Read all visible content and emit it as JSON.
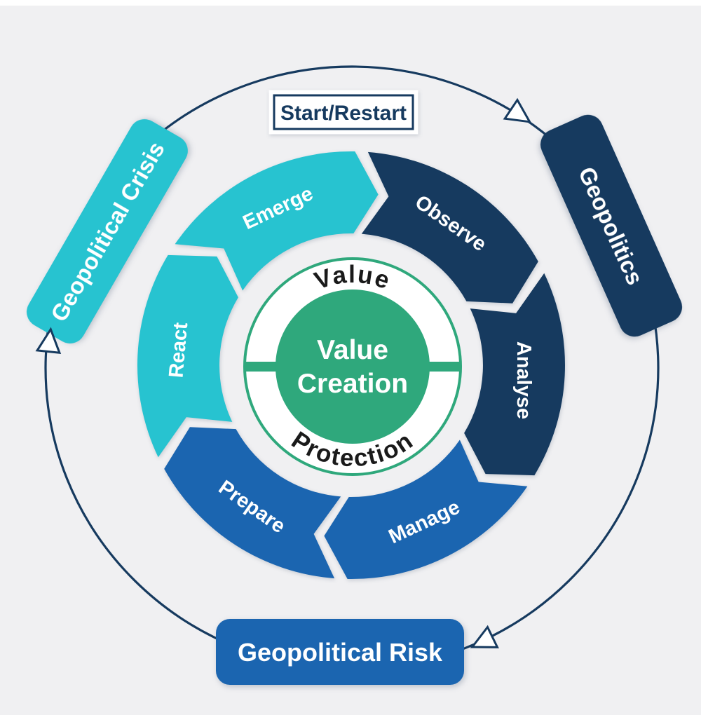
{
  "palette": {
    "navy": "#163a5f",
    "blue": "#1b65b0",
    "cyan": "#27c3d0",
    "green": "#2fa87c",
    "white": "#ffffff",
    "dark_text": "#1a1a1a",
    "background": "#f0f0f2"
  },
  "outer_loop": {
    "start_label": "Start/Restart",
    "geopolitics_label": "Geopolitics",
    "risk_label": "Geopolitical Risk",
    "crisis_label": "Geopolitical Crisis",
    "direction": "clockwise"
  },
  "cycle": {
    "segments": [
      {
        "label": "Observe",
        "color": "navy"
      },
      {
        "label": "Analyse",
        "color": "navy"
      },
      {
        "label": "Manage",
        "color": "blue"
      },
      {
        "label": "Prepare",
        "color": "blue"
      },
      {
        "label": "React",
        "color": "cyan"
      },
      {
        "label": "Emerge",
        "color": "cyan"
      }
    ]
  },
  "center": {
    "ring_top": "Value",
    "ring_bottom": "Protection",
    "line1": "Value",
    "line2": "Creation"
  }
}
